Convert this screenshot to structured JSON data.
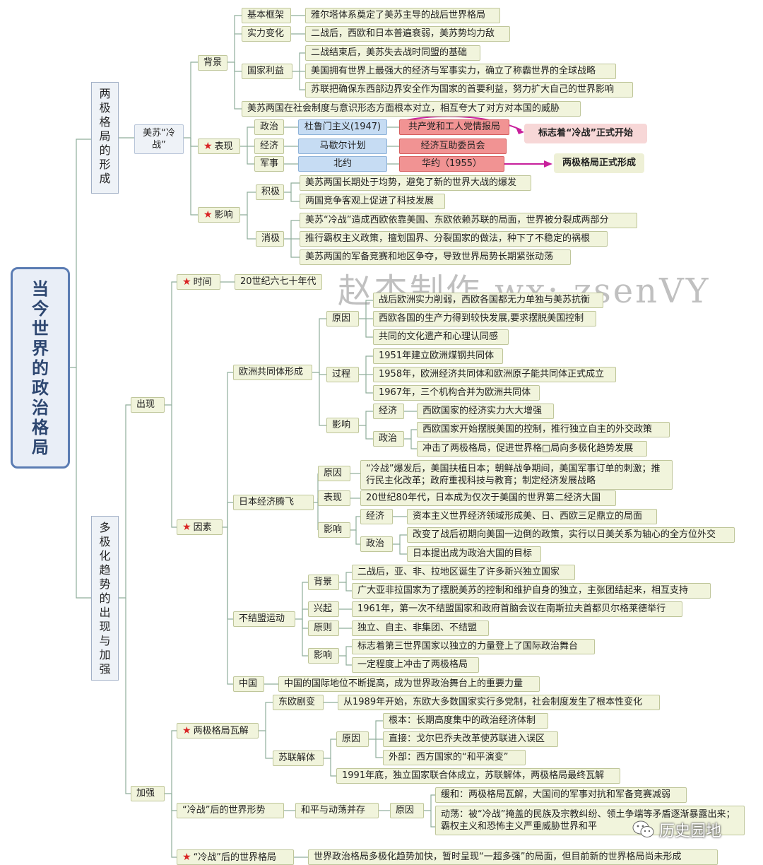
{
  "root": "当今世界的政治格局",
  "watermark": "赵杰制作 wx: zsenVY",
  "logo": "历史园地",
  "sec1": {
    "title": "两极格局的形成",
    "cw": "美苏“冷战”",
    "bg": {
      "label": "背景",
      "k1": "基本框架",
      "k1v": "雅尔塔体系奠定了美苏主导的战后世界格局",
      "k2": "实力变化",
      "k2v": "二战后，西欧和日本普遍衰弱，美苏势均力敌",
      "k3": "国家利益",
      "k3v": [
        "二战结束后，美苏失去战时同盟的基础",
        "美国拥有世界上最强大的经济与军事实力，确立了称霸世界的全球战略",
        "苏联把确保东西部边界安全作为国家的首要利益，努力扩大自己的世界影响"
      ],
      "ideo": "美苏两国在社会制度与意识形态方面根本对立，相互夸大了对方对本国的威胁"
    },
    "bx": {
      "label": "表现",
      "rows": [
        {
          "cat": "政治",
          "us": "杜鲁门主义(1947)",
          "su": "共产党和工人党情报局"
        },
        {
          "cat": "经济",
          "us": "马歇尔计划",
          "su": "经济互助委员会"
        },
        {
          "cat": "军事",
          "us": "北约",
          "su": "华约（1955）"
        }
      ],
      "note1": "标志着“冷战”正式开始",
      "note2": "两极格局正式形成"
    },
    "yx": {
      "label": "影响",
      "pos": "积极",
      "posv": [
        "美苏两国长期处于均势，避免了新的世界大战的爆发",
        "两国竞争客观上促进了科技发展"
      ],
      "neg": "消极",
      "negv": [
        "美苏“冷战”造成西欧依靠美国、东欧依赖苏联的局面，世界被分裂成两部分",
        "推行霸权主义政策，擅划国界、分裂国家的做法，种下了不稳定的祸根",
        "美苏两国的军备竞赛和地区争夺，导致世界局势长期紧张动荡"
      ]
    }
  },
  "sec2": {
    "title": "多极化趋势的出现与加强",
    "appear": "出现",
    "time": "时间",
    "timev": "20世纪六七十年代",
    "factors": "因素",
    "eu": {
      "label": "欧洲共同体形成",
      "reason": "原因",
      "reasonv": [
        "战后欧洲实力削弱，西欧各国都无力单独与美苏抗衡",
        "西欧各国的生产力得到较快发展,要求摆脱美国控制",
        "共同的文化遗产和心理认同感"
      ],
      "process": "过程",
      "processv": [
        "1951年建立欧洲煤钢共同体",
        "1958年，欧洲经济共同体和欧洲原子能共同体正式成立",
        "1967年，三个机构合并为欧洲共同体"
      ],
      "impact": "影响",
      "econ": "经济",
      "econv": "西欧国家的经济实力大大增强",
      "pol": "政治",
      "polv": [
        "西欧国家开始摆脱美国的控制，推行独立自主的外交政策",
        "冲击了两极格局，促进世界格□局向多极化趋势发展"
      ]
    },
    "jp": {
      "label": "日本经济腾飞",
      "reason": "原因",
      "reasonv": "“冷战”爆发后，美国扶植日本；朝鲜战争期间，美国军事订单的刺激；推行民主化改革；政府重视科技与教育；制定经济发展战略",
      "show": "表现",
      "showv": "20世纪80年代，日本成为仅次于美国的世界第二经济大国",
      "impact": "影响",
      "econ": "经济",
      "econv": "资本主义世界经济领域形成美、日、西欧三足鼎立的局面",
      "pol": "政治",
      "polv": [
        "改变了战后初期向美国一边倒的政策，实行以日美关系为轴心的全方位外交",
        "日本提出成为政治大国的目标"
      ]
    },
    "nam": {
      "label": "不结盟运动",
      "bg": "背景",
      "bgv": [
        "二战后，亚、非、拉地区诞生了许多新兴独立国家",
        "广大亚非拉国家为了摆脱美苏的控制和维护自身的独立，主张团结起来，相互支持"
      ],
      "rise": "兴起",
      "risev": "1961年，第一次不结盟国家和政府首脑会议在南斯拉夫首都贝尔格莱德举行",
      "prin": "原则",
      "prinv": "独立、自主、非集团、不结盟",
      "impact": "影响",
      "impactv": [
        "标志着第三世界国家以独立的力量登上了国际政治舞台",
        "一定程度上冲击了两极格局"
      ]
    },
    "cn": {
      "label": "中国",
      "v": "中国的国际地位不断提高，成为世界政治舞台上的重要力量"
    },
    "strong": "加强",
    "collapse": {
      "label": "两极格局瓦解",
      "ee": "东欧剧变",
      "eev": "从1989年开始，东欧大多数国家实行多党制，社会制度发生了根本性变化",
      "su": "苏联解体",
      "reason": "原因",
      "reasonv": [
        "根本：长期高度集中的政治经济体制",
        "直接：戈尔巴乔夫改革使苏联进入误区",
        "外部：西方国家的“和平演变”"
      ],
      "end": "1991年底，独立国家联合体成立，苏联解体，两极格局最终瓦解"
    },
    "post": {
      "label": "“冷战”后的世界形势",
      "pd": "和平与动荡并存",
      "reason": "原因",
      "easing": "缓和：两极格局瓦解，大国间的军事对抗和军备竞赛减弱",
      "turb": "动荡：被“冷战”掩盖的民族及宗教纠纷、领土争端等矛盾逐渐暴露出来；霸权主义和恐怖主义严重威胁世界和平"
    },
    "pattern": {
      "label": "“冷战”后的世界格局",
      "v": "世界政治格局多极化趋势加快，暂时呈现“一超多强”的局面，但目前新的世界格局尚未形成"
    }
  },
  "colors": {
    "line": "#8fae9b",
    "red": "#f19393",
    "blue": "#c6dcf3",
    "arrow": "#c8209c"
  }
}
